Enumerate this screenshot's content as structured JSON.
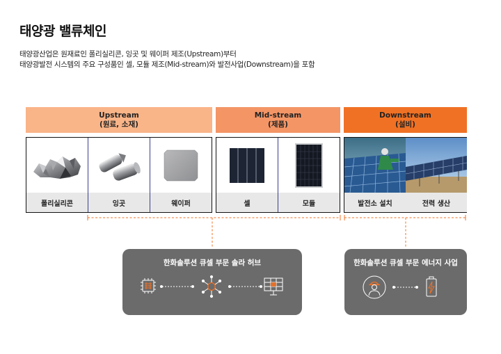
{
  "title": "태양광 밸류체인",
  "description": {
    "line1": "태양광산업은 원재료인 폴리실리콘, 잉곳 및 웨이퍼 제조(Upstream)부터",
    "line2": "태양광발전 시스템의 주요 구성품인 셀, 모듈 제조(Mid-stream)와 발전사업(Downstream)을 포함"
  },
  "stages": {
    "upstream": {
      "name": "Upstream",
      "sub": "(원료, 소재)"
    },
    "midstream": {
      "name": "Mid-stream",
      "sub": "(제품)"
    },
    "downstream": {
      "name": "Downstream",
      "sub": "(설비)"
    }
  },
  "products": {
    "upstream": [
      "폴리실리콘",
      "잉곳",
      "웨이퍼"
    ],
    "midstream": [
      "셀",
      "모듈"
    ],
    "downstream": [
      "발전소 설치",
      "전력 생산"
    ]
  },
  "divisions": {
    "left": {
      "title": "한화솔루션 큐셀 부문 솔라 허브"
    },
    "right": {
      "title": "한화솔루션 큐셀 부문 에너지 사업"
    }
  },
  "icons": {
    "left": [
      "chip-icon",
      "network-hub-icon",
      "solar-panel-icon"
    ],
    "right": [
      "worker-icon",
      "battery-icon"
    ]
  },
  "colors": {
    "upstream": "#f9b488",
    "midstream": "#f49566",
    "downstream": "#f07124",
    "accent": "#f07124",
    "box": "#6b6b6b"
  }
}
